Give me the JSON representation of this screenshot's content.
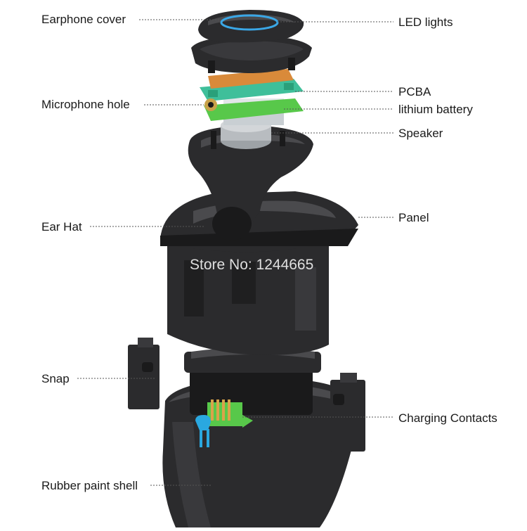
{
  "labels": {
    "earphone_cover": "Earphone cover",
    "led_lights": "LED lights",
    "pcba": "PCBA",
    "microphone_hole": "Microphone hole",
    "lithium_battery": "lithium battery",
    "speaker": "Speaker",
    "ear_hat": "Ear Hat",
    "panel": "Panel",
    "snap": "Snap",
    "charging_contacts": "Charging Contacts",
    "rubber_paint_shell": "Rubber paint shell"
  },
  "watermark": "Store No: 1244665",
  "colors": {
    "housing": "#2b2b2d",
    "housing_dark": "#1a1a1b",
    "housing_light": "#4a4a4d",
    "pcb_teal": "#3fbf9a",
    "pcb_green": "#58c84a",
    "battery_orange": "#d98a3a",
    "led_blue": "#3aa7e6",
    "contact_blue": "#2aa8e0",
    "speaker_metal": "#b8bcc0"
  }
}
